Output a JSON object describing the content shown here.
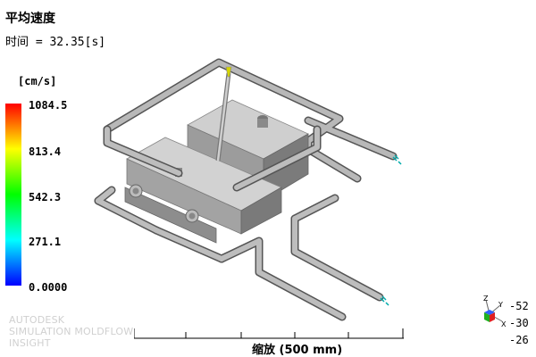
{
  "result": {
    "title": "平均速度",
    "time_label": "时间 = 32.35[s]"
  },
  "legend": {
    "unit": "[cm/s]",
    "ticks": [
      "1084.5",
      "813.4",
      "542.3",
      "271.1",
      "0.0000"
    ],
    "colors": {
      "max": "#ff0000",
      "high": "#ffff00",
      "mid": "#00ff00",
      "low": "#00ffff",
      "min": "#0000ff"
    }
  },
  "brand": {
    "line1": "AUTODESK",
    "line2": "SIMULATION MOLDFLOW",
    "line3": "INSIGHT"
  },
  "scale": {
    "label": "缩放 (500 mm)"
  },
  "triad": {
    "axis_labels": [
      "Z",
      "Y",
      "X"
    ],
    "values": [
      "-52",
      "-30",
      "-26"
    ]
  }
}
